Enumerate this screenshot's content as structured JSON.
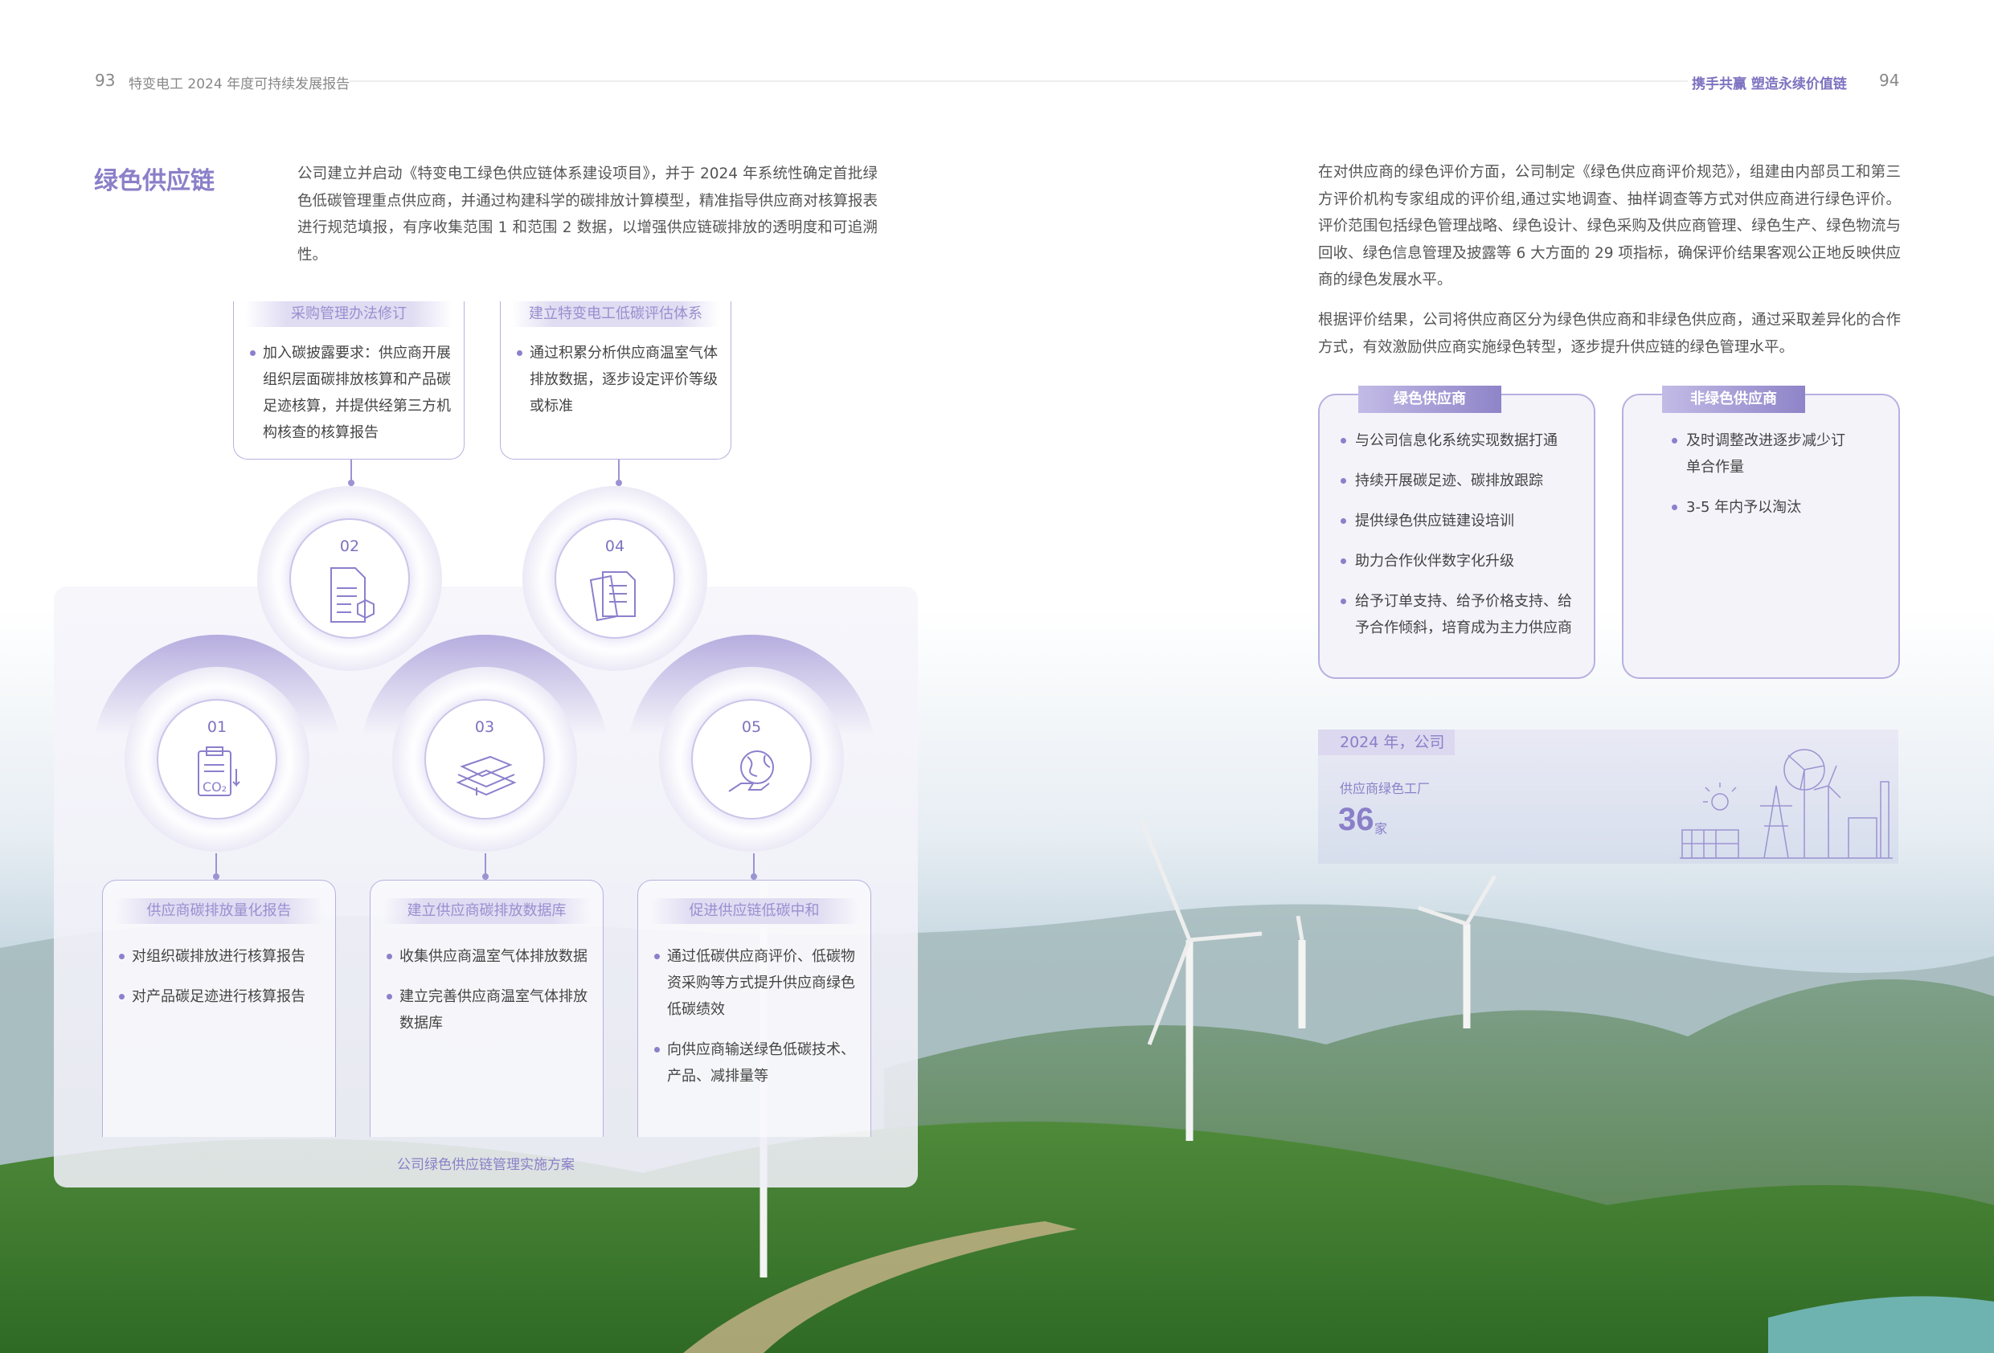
{
  "header": {
    "left_page": "93",
    "report_title": "特变电工 2024 年度可持续发展报告",
    "section": "携手共赢 塑造永续价值链",
    "right_page": "94"
  },
  "left": {
    "title": "绿色供应链",
    "intro": "公司建立并启动《特变电工绿色供应链体系建设项目》，并于 2024 年系统性确定首批绿色低碳管理重点供应商，并通过构建科学的碳排放计算模型，精准指导供应商对核算报表进行规范填报，有序收集范围 1 和范围 2 数据，以增强供应链碳排放的透明度和可追溯性。",
    "steps": [
      {
        "num": "01",
        "icon": "clipboard-co2-icon",
        "title": "供应商碳排放量化报告",
        "items": [
          "对组织碳排放进行核算报告",
          "对产品碳足迹进行核算报告"
        ]
      },
      {
        "num": "02",
        "icon": "document-box-icon",
        "title": "采购管理办法修订",
        "items": [
          "加入碳披露要求：供应商开展组织层面碳排放核算和产品碳足迹核算，并提供经第三方机构核查的核算报告"
        ]
      },
      {
        "num": "03",
        "icon": "database-stack-icon",
        "title": "建立供应商碳排放数据库",
        "items": [
          "收集供应商温室气体排放数据",
          "建立完善供应商温室气体排放数据库"
        ]
      },
      {
        "num": "04",
        "icon": "documents-icon",
        "title": "建立特变电工低碳评估体系",
        "items": [
          "通过积累分析供应商温室气体排放数据，逐步设定评价等级或标准"
        ]
      },
      {
        "num": "05",
        "icon": "earth-hand-icon",
        "title": "促进供应链低碳中和",
        "items": [
          "通过低碳供应商评价、低碳物资采购等方式提升供应商绿色低碳绩效",
          "向供应商输送绿色低碳技术、产品、减排量等"
        ]
      }
    ],
    "caption": "公司绿色供应链管理实施方案"
  },
  "right": {
    "para1": "在对供应商的绿色评价方面，公司制定《绿色供应商评价规范》，组建由内部员工和第三方评价机构专家组成的评价组,通过实地调查、抽样调查等方式对供应商进行绿色评价。评价范围包括绿色管理战略、绿色设计、绿色采购及供应商管理、绿色生产、绿色物流与回收、绿色信息管理及披露等 6 大方面的 29 项指标，确保评价结果客观公正地反映供应商的绿色发展水平。",
    "para2": "根据评价结果，公司将供应商区分为绿色供应商和非绿色供应商，通过采取差异化的合作方式，有效激励供应商实施绿色转型，逐步提升供应链的绿色管理水平。",
    "green": {
      "title": "绿色供应商",
      "items": [
        "与公司信息化系统实现数据打通",
        "持续开展碳足迹、碳排放跟踪",
        "提供绿色供应链建设培训",
        "助力合作伙伴数字化升级",
        "给予订单支持、给予价格支持、给予合作倾斜，培育成为主力供应商"
      ]
    },
    "nongreen": {
      "title": "非绿色供应商",
      "items": [
        "及时调整改进逐步减少订单合作量",
        "3-5 年内予以淘汰"
      ]
    },
    "stat": {
      "tag": "2024 年，公司",
      "label": "供应商绿色工厂",
      "value": "36",
      "unit": "家"
    }
  },
  "colors": {
    "accent": "#8a7fc8",
    "text": "#555555"
  }
}
